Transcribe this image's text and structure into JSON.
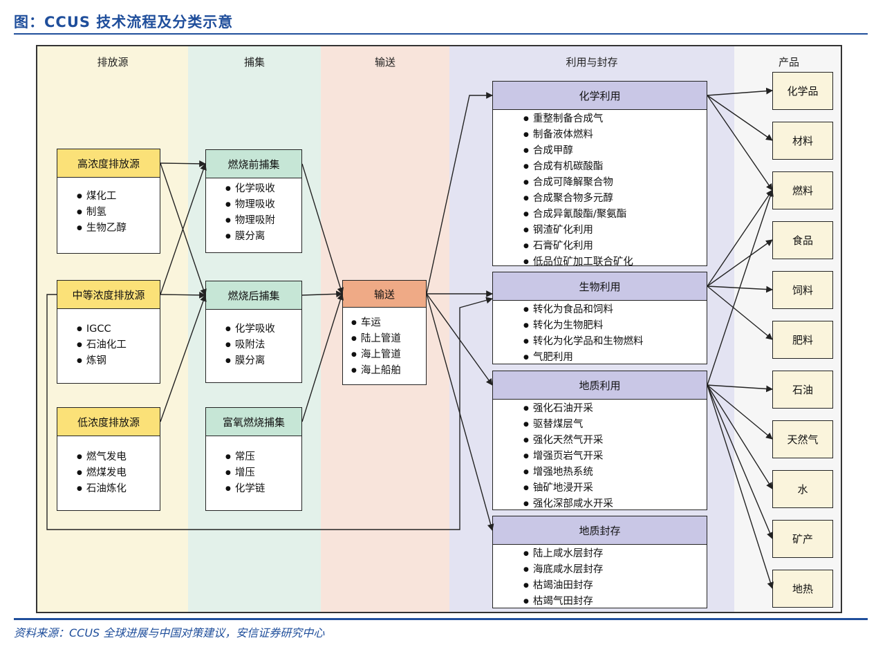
{
  "title": "图：CCUS 技术流程及分类示意",
  "source": "资料来源：CCUS 全球进展与中国对策建议，安信证券研究中心",
  "columns": {
    "emission": "排放源",
    "capture": "捕集",
    "transport": "输送",
    "utilization": "利用与封存",
    "products": "产品"
  },
  "emission_sources": [
    {
      "title": "高浓度排放源",
      "items": [
        "煤化工",
        "制氢",
        "生物乙醇"
      ]
    },
    {
      "title": "中等浓度排放源",
      "items": [
        "IGCC",
        "石油化工",
        "炼钢"
      ]
    },
    {
      "title": "低浓度排放源",
      "items": [
        "燃气发电",
        "燃煤发电",
        "石油炼化"
      ]
    }
  ],
  "capture": [
    {
      "title": "燃烧前捕集",
      "items": [
        "化学吸收",
        "物理吸收",
        "物理吸附",
        "膜分离"
      ]
    },
    {
      "title": "燃烧后捕集",
      "items": [
        "化学吸收",
        "吸附法",
        "膜分离"
      ]
    },
    {
      "title": "富氧燃烧捕集",
      "items": [
        "常压",
        "增压",
        "化学链"
      ]
    }
  ],
  "transport": {
    "title": "输送",
    "items": [
      "车运",
      "陆上管道",
      "海上管道",
      "海上船舶"
    ]
  },
  "utilization": [
    {
      "title": "化学利用",
      "items": [
        "重整制备合成气",
        "制备液体燃料",
        "合成甲醇",
        "合成有机碳酸酯",
        "合成可降解聚合物",
        "合成聚合物多元醇",
        "合成异氰酸酯/聚氨酯",
        "钢渣矿化利用",
        "石膏矿化利用",
        "低品位矿加工联合矿化"
      ]
    },
    {
      "title": "生物利用",
      "items": [
        "转化为食品和饲料",
        "转化为生物肥料",
        "转化为化学品和生物燃料",
        "气肥利用"
      ]
    },
    {
      "title": "地质利用",
      "items": [
        "强化石油开采",
        "驱替煤层气",
        "强化天然气开采",
        "增强页岩气开采",
        "增强地热系统",
        "铀矿地浸开采",
        "强化深部咸水开采"
      ]
    },
    {
      "title": "地质封存",
      "items": [
        "陆上咸水层封存",
        "海底咸水层封存",
        "枯竭油田封存",
        "枯竭气田封存"
      ]
    }
  ],
  "products": [
    "化学品",
    "材料",
    "燃料",
    "食品",
    "饲料",
    "肥料",
    "石油",
    "天然气",
    "水",
    "矿产",
    "地热"
  ],
  "colors": {
    "title_blue": "#1f4e9b",
    "band_emission": "#faf5dc",
    "band_capture": "#e3f1ea",
    "band_transport": "#f8e4db",
    "band_utilization": "#e3e3f2",
    "header_yellow": "#fbe178",
    "header_green": "#c6e6d6",
    "header_orange": "#efaa86",
    "header_purple": "#c9c7e6"
  }
}
